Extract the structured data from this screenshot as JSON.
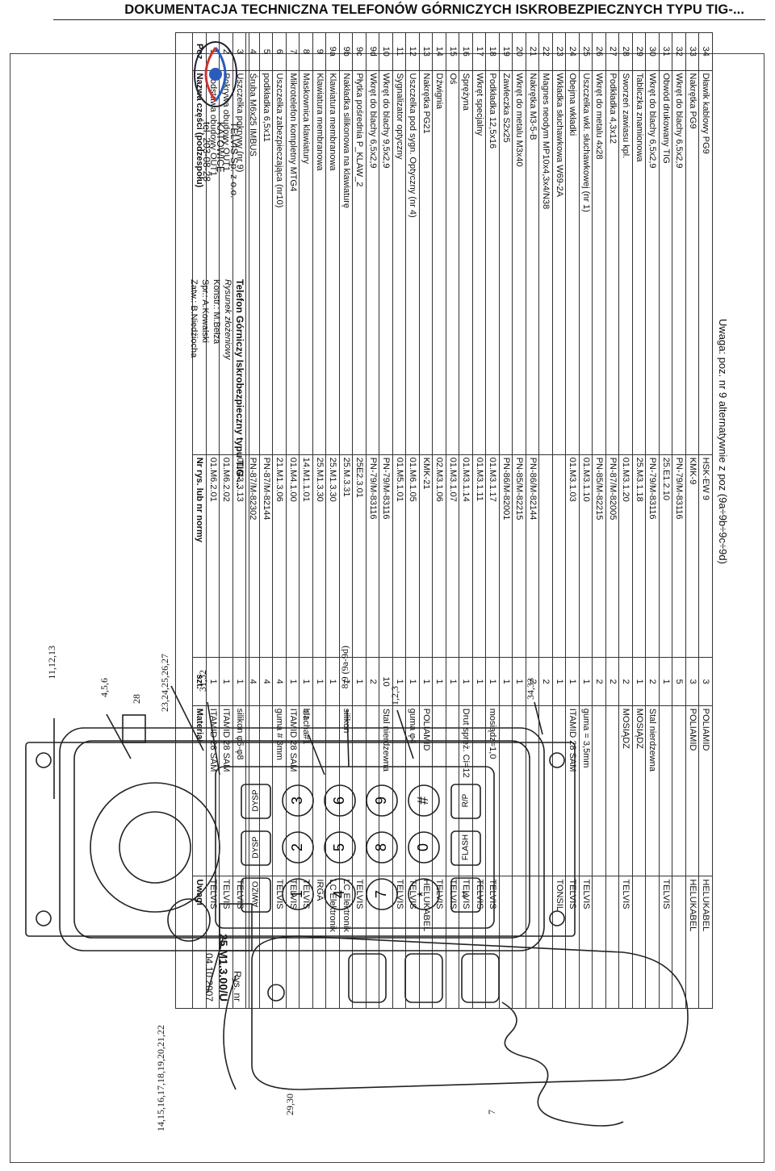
{
  "header": {
    "title": "DOKUMENTACJA TECHNICZNA TELEFONÓW GÓRNICZYCH ISKROBEZPIECZNYCH TYPU TIG-..."
  },
  "note": "Uwaga: poz. nr 9 alternatywnie z poz (9a÷9b÷9c÷9d)",
  "parts": {
    "rows": [
      [
        "34",
        "Dławik kablowy PG9",
        "HSK-EW 9",
        "3",
        "POLIAMID",
        "HELUKABEL"
      ],
      [
        "33",
        "Nakrętka PG9",
        "KMK-9",
        "3",
        "POLIAMID",
        "HELUKABEL"
      ],
      [
        "32",
        "Wkręt do blachy 6,5x2,9",
        "PN-79/M-83116",
        "5",
        "",
        ""
      ],
      [
        "31",
        "Obwód drukowany TIG",
        "25.E1.2.10",
        "1",
        "",
        "TELVIS"
      ],
      [
        "30",
        "Wkręt do blachy 6,5x2,9",
        "PN-79/M-83116",
        "2",
        "Stal nierdzewna",
        ""
      ],
      [
        "29",
        "Tabliczka znamionowa",
        "25.M3.1.18",
        "1",
        "MOSIĄDZ",
        ""
      ],
      [
        "28",
        "Sworzeń zawiasu kpl.",
        "01.M3.1.20",
        "2",
        "MOSIĄDZ",
        "TELVIS"
      ],
      [
        "27",
        "Podkładka 4,3x12",
        "PN-87/M-82005",
        "2",
        "",
        ""
      ],
      [
        "26",
        "Wkręt do metalu 4x28",
        "PN-85/M-82215",
        "2",
        "",
        ""
      ],
      [
        "25",
        "Uszczelka wkł. słuchawkowej (nr 1)",
        "01.M3.1.10",
        "1",
        "guma = 3,5mm",
        "TELVIS"
      ],
      [
        "24",
        "Obejma wkładki",
        "01.M3.1.03",
        "1",
        "ITAMID 28 SAM",
        "TELVIS"
      ],
      [
        "23",
        "Wkładka słuchawkowa W69-2A",
        "",
        "1",
        "",
        "TONSIL"
      ],
      [
        "22",
        "Magnes neodym MP10x4,3x4/N38",
        "",
        "2",
        "",
        ""
      ],
      [
        "21",
        "Nakrętka M3-5-B",
        "PN-86/M-82144",
        "2",
        "",
        ""
      ],
      [
        "20",
        "Wkręt do metalu M3x40",
        "PN-85/M-82215",
        "1",
        "",
        ""
      ],
      [
        "19",
        "Zawleczka S2x25",
        "PN-86/M-82001",
        "1",
        "",
        ""
      ],
      [
        "18",
        "Podkładka 12,5x16",
        "01.M3.1.17",
        "1",
        "mosiądz=1,0",
        "TELVIS"
      ],
      [
        "17",
        "Wkręt specjalny",
        "01.M3.1.11",
        "1",
        "",
        "TELVIS"
      ],
      [
        "16",
        "Sprężyna",
        "01.M3.1.14",
        "1",
        "Drut spręż. Ci=12",
        "TELVIS"
      ],
      [
        "15",
        "Oś",
        "01.M3.1.07",
        "1",
        "",
        "TELVIS"
      ],
      [
        "14",
        "Dźwignia",
        "02.M3.1.06",
        "1",
        "",
        "TELVIS"
      ],
      [
        "13",
        "Nakrętka PG21",
        "KMK-21",
        "1",
        "POLIAMID",
        "HELUKABEL"
      ],
      [
        "12",
        "Uszczelka pod sygn. Optyczny (nr 4)",
        "01.M6.1.05",
        "1",
        "guma φ4",
        "TELVIS"
      ],
      [
        "11",
        "Sygnalizator optyczny",
        "01.M5.1.01",
        "1",
        "",
        "TELVIS"
      ],
      [
        "10",
        "Wkręt do blachy 9,5x2,9",
        "PN-79/M-83116",
        "10",
        "Stal nierdzewna",
        ""
      ],
      [
        "9d",
        "Wkręt do blachy 6,5x2,9",
        "PN-79/M-83116",
        "2",
        "",
        ""
      ],
      [
        "9c",
        "Płytka pośrednia P_KLAW_2",
        "25E2.3.01",
        "1",
        "",
        "TELVIS"
      ],
      [
        "9b",
        "Nakładka silikonowa na klawiaturę",
        "25.M.3.31",
        "1",
        "silikon",
        "LC Elektronik"
      ],
      [
        "9a",
        "Klawiatura membranowa",
        "25.M1.3.30",
        "1",
        "",
        "LC Elektronik"
      ],
      [
        "9",
        "Klawiatura membranowa",
        "25.M1.3.30",
        "1",
        "",
        "IRGA"
      ],
      [
        "8",
        "Maskownica klawiatury",
        "14.M1.1.01",
        "1",
        "blacha#1",
        "TELVIS"
      ],
      [
        "7",
        "Mikrotelefon kompletny MTG4",
        "01.M4.1.00",
        "1",
        "ITAMID 28 SAM",
        "TELVIS"
      ],
      [
        "6",
        "Uszczelka zabezpieczająca (nr10)",
        "21.M1.3.06",
        "4",
        "guma # 3mm",
        "TELVIS"
      ],
      [
        "5",
        "podkładka 6,5x11",
        "PN-87/M-82144",
        "4",
        "",
        ""
      ],
      [
        "4",
        "Śruba M6x25 IMBUS",
        "PN-87/M-82302",
        "4",
        "",
        ""
      ],
      [
        "3",
        "Uszczelka pokrywy (nr 9)",
        "01.M3.3.13",
        "1",
        "silikon φ5-φ8",
        "TELVIS"
      ],
      [
        "2",
        "Pokrywa obudowy OUT1",
        "01.M6.2.02",
        "1",
        "ITAMID 28 SAM",
        "TELVIS"
      ],
      [
        "1",
        "Podstawa obudowy OUT1",
        "01.M6.2.01",
        "1",
        "ITAMID 28 SAM",
        "TELVIS"
      ]
    ],
    "header_row": [
      "Poz",
      "Nazwa części (podzespołu)",
      "Nr rys. lub nr normy",
      "szt.",
      "Materiał",
      "Uwagi"
    ]
  },
  "title_block": {
    "company_name": "TELVIS Sp. z o.o.",
    "company_city": "KATOWICE",
    "company_tel": "tel. 203-08-28",
    "product": "Telefon Górniczy Iskrobezpieczny typu TIG-...",
    "drawing_type": "Rysunek złożeniowy",
    "konstr": "Konstr.: M.Bełza",
    "spr": "Spr.: A.Kowalski",
    "zatw": "Zatw.: B.Niedźiocha",
    "rys_label": "Rys. nr",
    "rys_number": "25.M1.3.00/U",
    "date": "04.10.2007"
  },
  "drawing": {
    "labels": [
      "11,12,13",
      "4,5,6",
      "28",
      "23,24,25,26,27",
      "31,32",
      "10",
      "8,9 (9a-9d)",
      "1,2,3",
      "34,33",
      "29,30",
      "14,15,16,17,18,19,20,21,22",
      "7"
    ],
    "keypad": [
      "AWIZO",
      "DYSP",
      "DYSP",
      "1",
      "2",
      "3",
      "4",
      "5",
      "6",
      "7",
      "8",
      "9",
      "*",
      "0",
      "#",
      "M",
      "FLASH",
      "R/P"
    ]
  }
}
